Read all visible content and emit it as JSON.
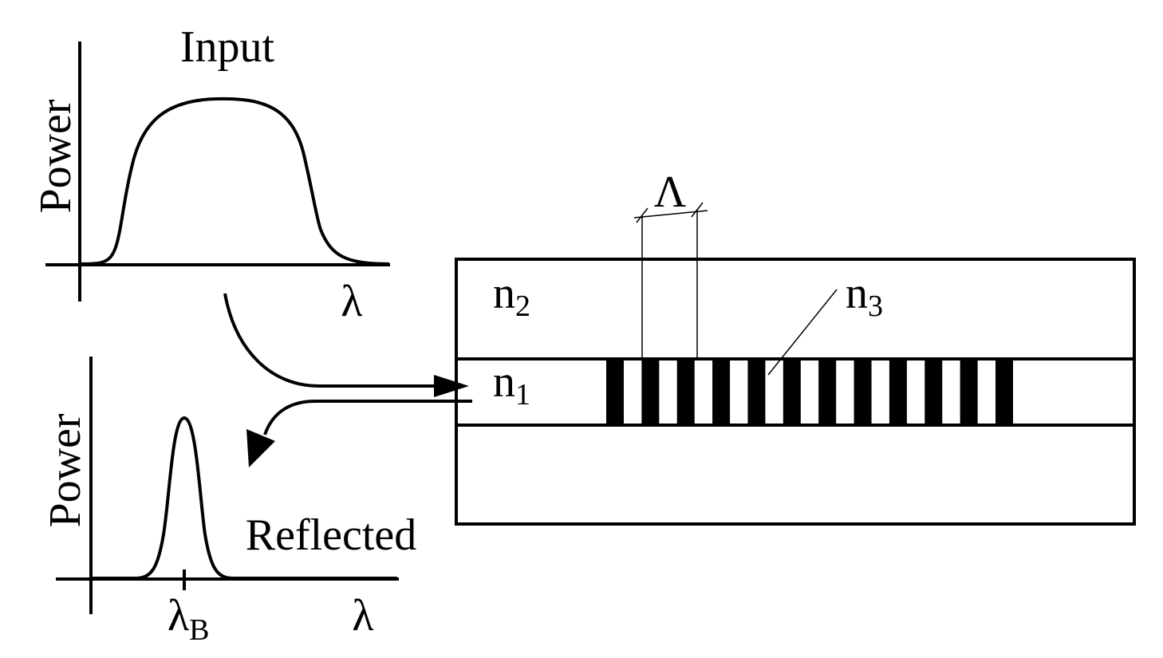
{
  "colors": {
    "ink": "#000000",
    "background": "#ffffff"
  },
  "input_plot": {
    "title": "Input",
    "ylabel": "Power",
    "xlabel": "λ"
  },
  "reflected_plot": {
    "title": "Reflected",
    "ylabel": "Power",
    "xlabel": "λ",
    "peak_label": "λ",
    "peak_label_sub": "B"
  },
  "fiber": {
    "period_label": "Λ",
    "cladding_label": "n",
    "cladding_sub": "2",
    "core_label": "n",
    "core_sub": "1",
    "grating_label": "n",
    "grating_sub": "3",
    "grating_stripe_count": 12
  }
}
